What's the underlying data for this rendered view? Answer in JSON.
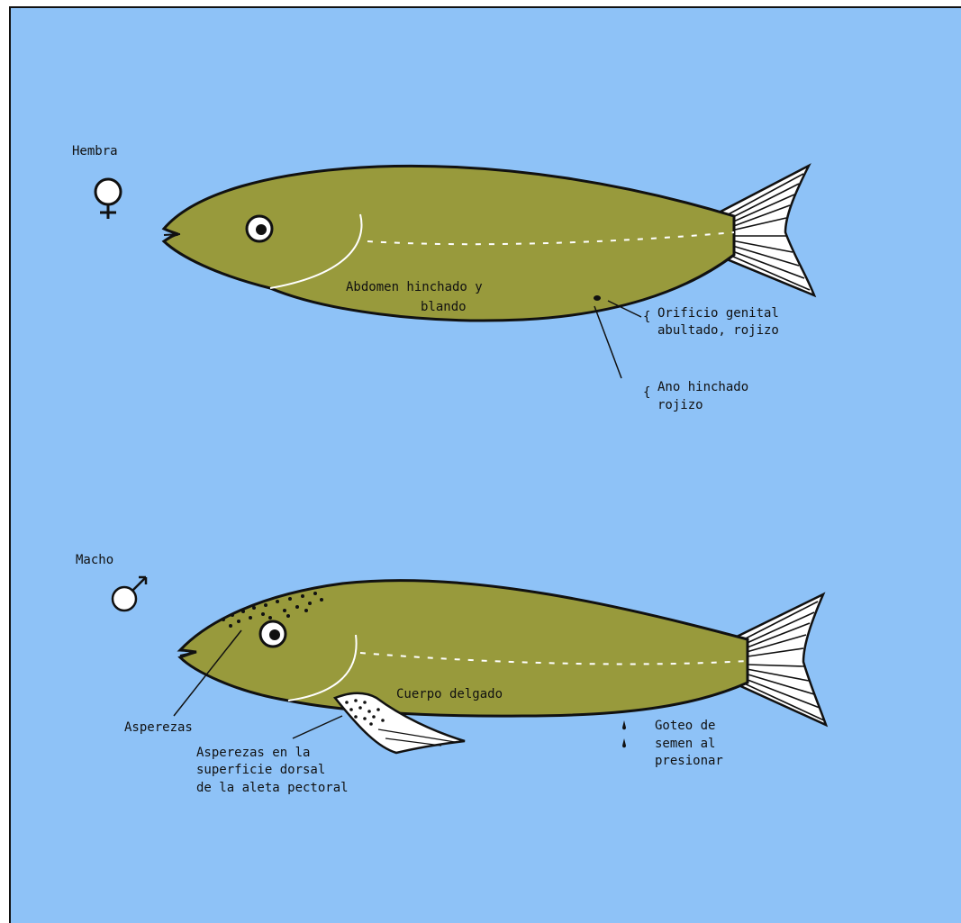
{
  "colors": {
    "background": "#8ec2f7",
    "fish_body": "#989a3c",
    "outline": "#111111",
    "fin_fill": "#ffffff"
  },
  "female": {
    "sex_label": "Hembra",
    "symbol": "♀",
    "abdomen_label": [
      "Abdomen hinchado y",
      "blando"
    ],
    "genital_label": [
      "Orificio genital",
      "abultado, rojizo"
    ],
    "anus_label": [
      "Ano hinchado",
      "rojizo"
    ]
  },
  "male": {
    "sex_label": "Macho",
    "symbol": "♂",
    "body_label": "Cuerpo delgado",
    "roughness_label": "Asperezas",
    "pectoral_label": [
      "Asperezas en la",
      "superficie dorsal",
      "de la aleta pectoral"
    ],
    "semen_label": [
      "Goteo de",
      "semen al",
      "presionar"
    ]
  }
}
